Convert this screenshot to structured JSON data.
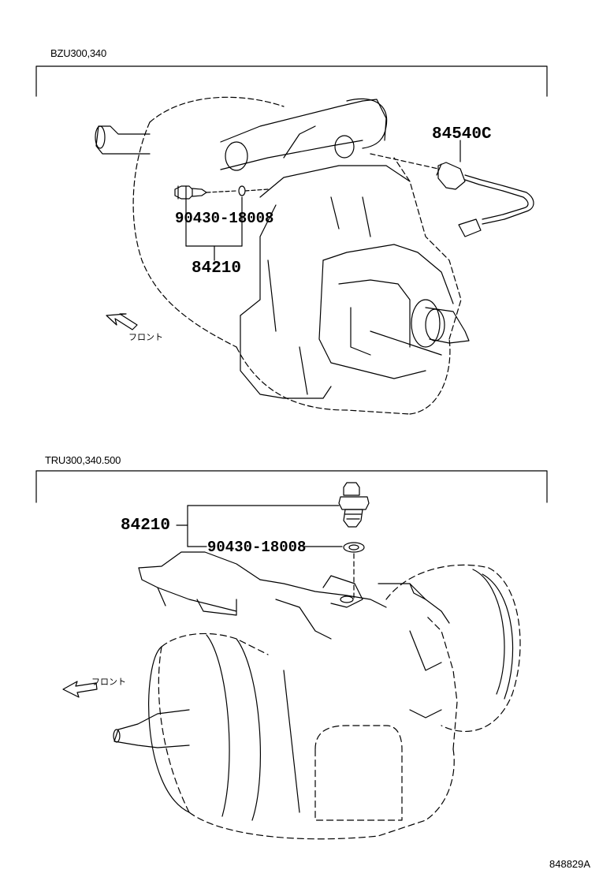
{
  "top_section": {
    "model_label": "BZU300,340",
    "callouts": {
      "sensor": "84540C",
      "gasket": "90430-18008",
      "switch": "84210"
    },
    "front_label": "フロント"
  },
  "bottom_section": {
    "model_label": "TRU300,340.500",
    "callouts": {
      "switch": "84210",
      "gasket": "90430-18008"
    },
    "front_label": "フロント"
  },
  "figure_ref": "848829A"
}
